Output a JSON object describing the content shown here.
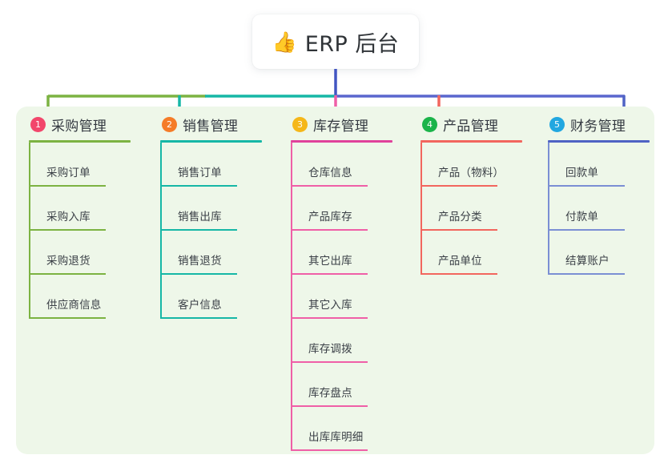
{
  "diagram": {
    "type": "mind-map",
    "root": {
      "icon": "thumbs-up-icon",
      "emoji": "👍",
      "title": "ERP 后台"
    },
    "panel_background": "#eef7e9",
    "page_background": "#ffffff",
    "branches": [
      {
        "number": "1",
        "title": "采购管理",
        "badge_color": "#f2466b",
        "rule_color": "#7cb342",
        "line_color": "#7cb342",
        "items": [
          "采购订单",
          "采购入库",
          "采购退货",
          "供应商信息"
        ]
      },
      {
        "number": "2",
        "title": "销售管理",
        "badge_color": "#f57c28",
        "rule_color": "#16b7a6",
        "line_color": "#16b7a6",
        "items": [
          "销售订单",
          "销售出库",
          "销售退货",
          "客户信息"
        ]
      },
      {
        "number": "3",
        "title": "库存管理",
        "badge_color": "#f5b719",
        "rule_color": "#e0429b",
        "line_color": "#ef5fa7",
        "items": [
          "仓库信息",
          "产品库存",
          "其它出库",
          "其它入库",
          "库存调拨",
          "库存盘点",
          "出库库明细"
        ]
      },
      {
        "number": "4",
        "title": "产品管理",
        "badge_color": "#1bb44a",
        "rule_color": "#f2665e",
        "line_color": "#f2665e",
        "items": [
          "产品（物料）",
          "产品分类",
          "产品单位"
        ]
      },
      {
        "number": "5",
        "title": "财务管理",
        "badge_color": "#21a7e0",
        "rule_color": "#4f63c4",
        "line_color": "#7b8fd4",
        "items": [
          "回款单",
          "付款单",
          "结算账户"
        ]
      }
    ],
    "connectors": {
      "root_stem_color": "#4255c2",
      "bus_segment_left_color": "#7cb342",
      "bus_segment_mid_color": "#16b7a6",
      "bus_segment_right_color": "#5a67ce"
    }
  }
}
